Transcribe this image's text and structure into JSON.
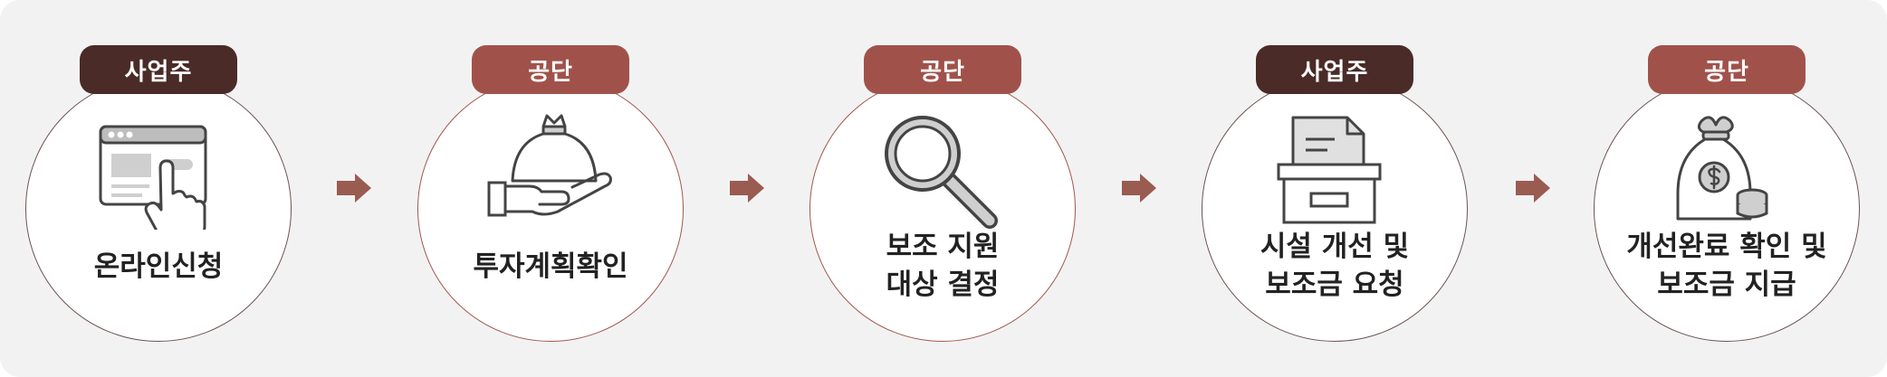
{
  "colors": {
    "background": "#f3f2f2",
    "applicant_badge": "#4a2b27",
    "agency_badge": "#a0524a",
    "arrow": "#9a5b51"
  },
  "steps": [
    {
      "badge": "사업주",
      "icon": "browser-pointer-icon",
      "label_lines": [
        "온라인신청"
      ]
    },
    {
      "badge": "공단",
      "icon": "money-bag-hand-icon",
      "label_lines": [
        "투자계획확인"
      ]
    },
    {
      "badge": "공단",
      "icon": "magnifier-icon",
      "label_lines": [
        "보조 지원",
        "대상 결정"
      ]
    },
    {
      "badge": "사업주",
      "icon": "document-box-icon",
      "label_lines": [
        "시설 개선 및",
        "보조금 요청"
      ]
    },
    {
      "badge": "공단",
      "icon": "money-bag-coins-icon",
      "label_lines": [
        "개선완료 확인 및",
        "보조금 지급"
      ]
    }
  ]
}
